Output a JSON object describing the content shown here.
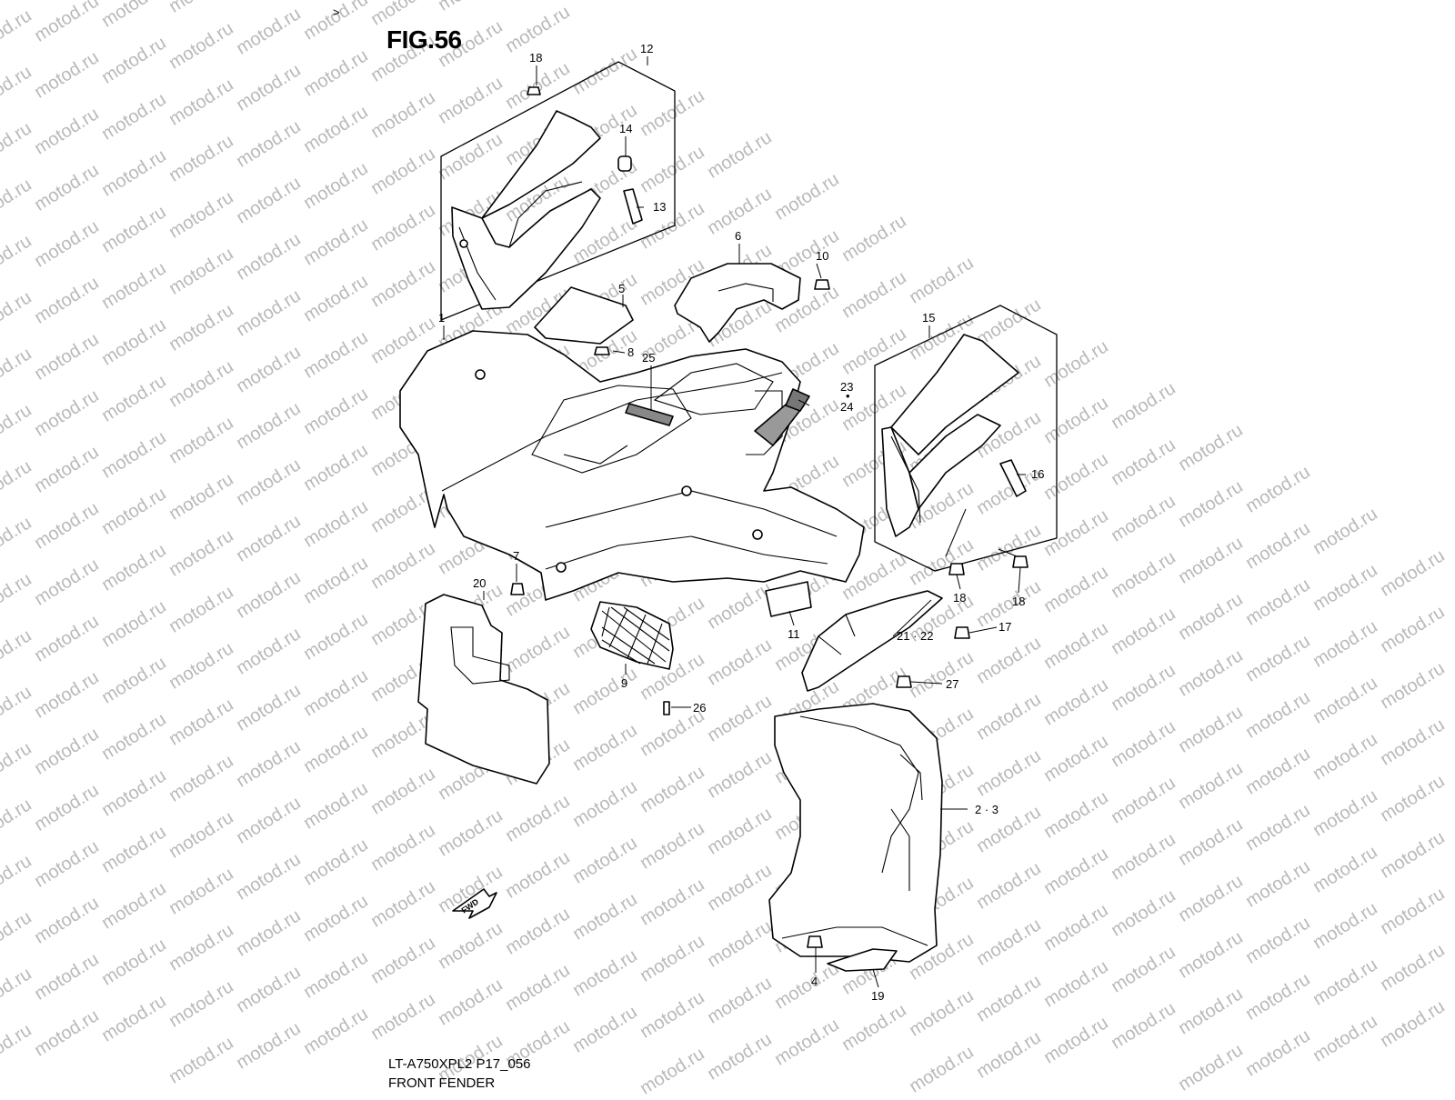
{
  "watermark": "motod.ru",
  "breadcrumb": ">",
  "figure": {
    "title": "FIG.56",
    "model_code": "LT-A750XPL2 P17_056",
    "name": "FRONT FENDER"
  },
  "direction_label": "FWD",
  "callouts": [
    {
      "id": "c1",
      "text": "1"
    },
    {
      "id": "c2",
      "text": "2 · 3"
    },
    {
      "id": "c4",
      "text": "4"
    },
    {
      "id": "c5",
      "text": "5"
    },
    {
      "id": "c6",
      "text": "6"
    },
    {
      "id": "c7",
      "text": "7"
    },
    {
      "id": "c8",
      "text": "8"
    },
    {
      "id": "c9",
      "text": "9"
    },
    {
      "id": "c10",
      "text": "10"
    },
    {
      "id": "c11",
      "text": "11"
    },
    {
      "id": "c12",
      "text": "12"
    },
    {
      "id": "c13",
      "text": "13"
    },
    {
      "id": "c14",
      "text": "14"
    },
    {
      "id": "c15",
      "text": "15"
    },
    {
      "id": "c16",
      "text": "16"
    },
    {
      "id": "c17",
      "text": "17"
    },
    {
      "id": "c18a",
      "text": "18"
    },
    {
      "id": "c18b",
      "text": "18"
    },
    {
      "id": "c18c",
      "text": "18"
    },
    {
      "id": "c19",
      "text": "19"
    },
    {
      "id": "c20",
      "text": "20"
    },
    {
      "id": "c21",
      "text": "21 · 22"
    },
    {
      "id": "c23",
      "text": "23"
    },
    {
      "id": "c23dot",
      "text": "•"
    },
    {
      "id": "c24",
      "text": "24"
    },
    {
      "id": "c25",
      "text": "25"
    },
    {
      "id": "c26",
      "text": "26"
    },
    {
      "id": "c27",
      "text": "27"
    }
  ]
}
